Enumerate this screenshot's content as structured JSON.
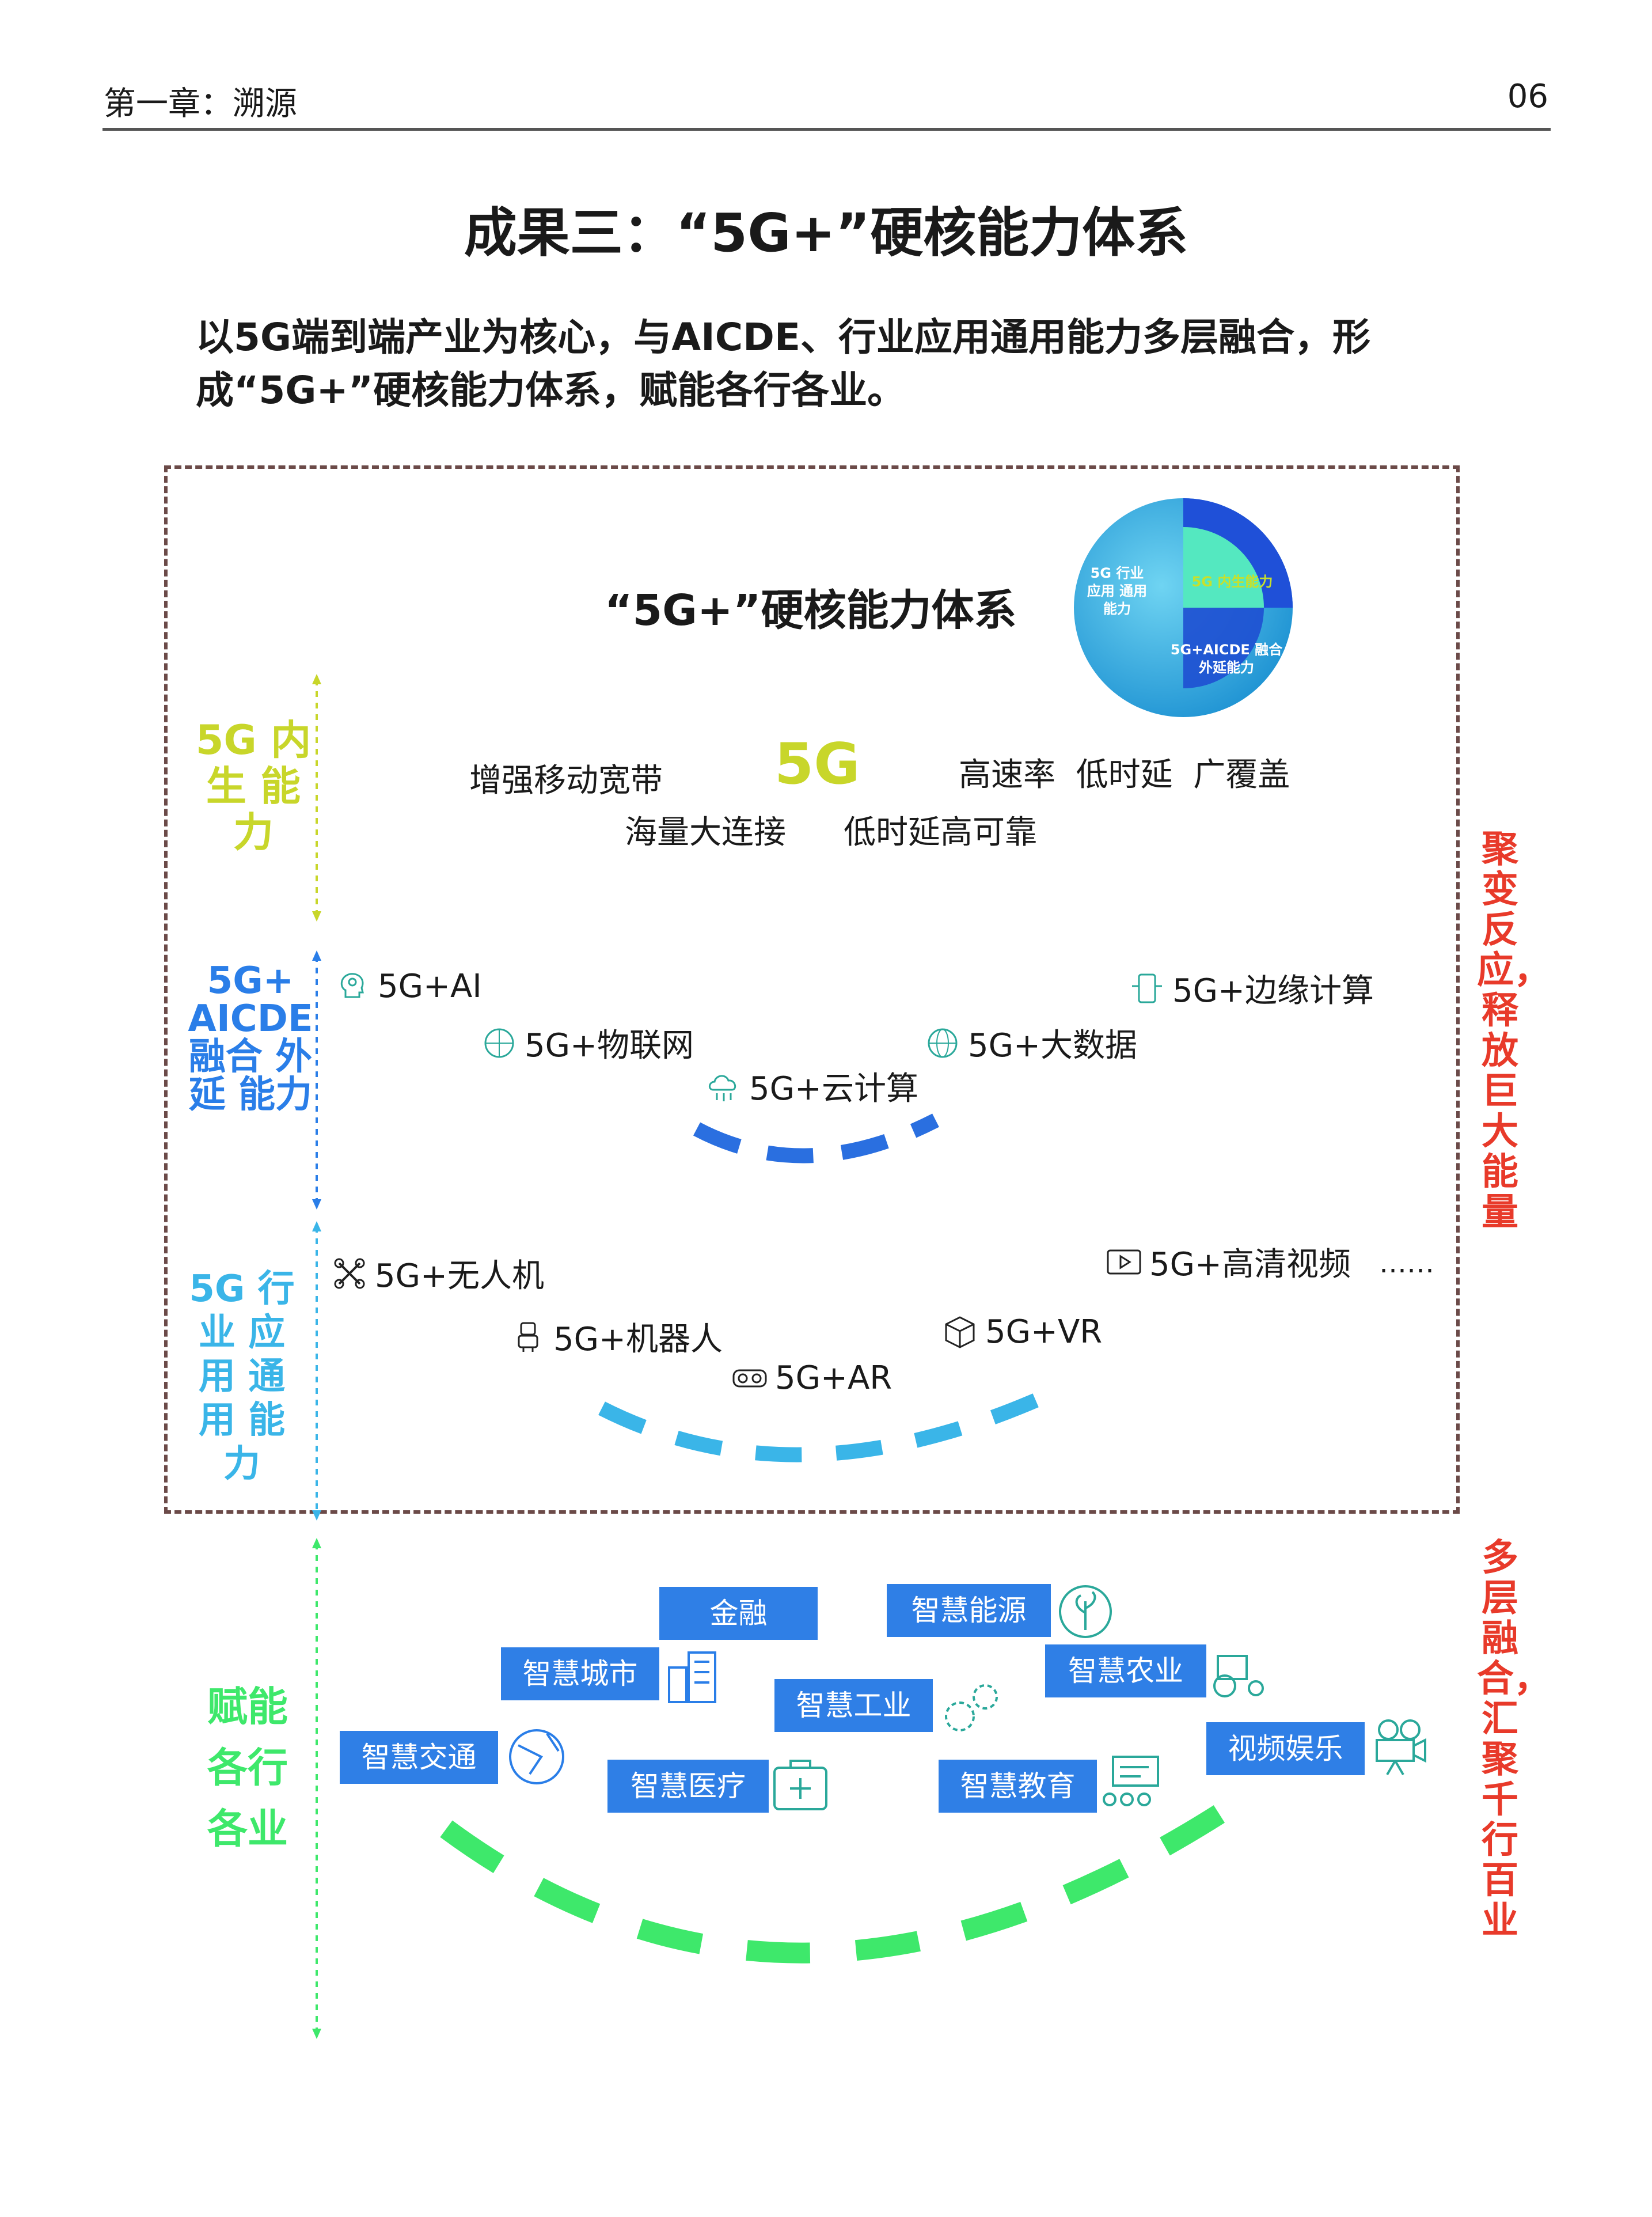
{
  "header": {
    "chapter": "第一章：溯源",
    "page": "06"
  },
  "title": "成果三：“5G+”硬核能力体系",
  "intro": "以5G端到端产业为核心，与AICDE、行业应用通用能力多层融合，形成“5G+”硬核能力体系，赋能各行各业。",
  "system_title": "“5G+”硬核能力体系",
  "sphere": {
    "outer": "5G 行业 应用 通用 能力",
    "core": "5G 内生能力",
    "mid": "5G+AICDE 融合外延能力"
  },
  "layers": {
    "core_label": "5G 内生 能力",
    "aicde_label": "5G+ AICDE 融合 外延 能力",
    "industry_label": "5G 行业 应用 通用 能力",
    "empower_label": "赋能 各行 各业"
  },
  "core": {
    "center": "5G",
    "embb": "增强移动宽带",
    "features": "高速率  低时延  广覆盖",
    "mmtc": "海量大连接",
    "urllc": "低时延高可靠"
  },
  "aicde_items": {
    "ai": "5G+AI",
    "iot": "5G+物联网",
    "cloud": "5G+云计算",
    "bigdata": "5G+大数据",
    "edge": "5G+边缘计算"
  },
  "industry_items": {
    "drone": "5G+无人机",
    "robot": "5G+机器人",
    "ar": "5G+AR",
    "vr": "5G+VR",
    "video": "5G+高清视频",
    "more": "……"
  },
  "sectors": {
    "finance": "金融",
    "energy": "智慧能源",
    "city": "智慧城市",
    "agriculture": "智慧农业",
    "industry": "智慧工业",
    "transport": "智慧交通",
    "entertainment": "视频娱乐",
    "medical": "智慧医疗",
    "education": "智慧教育"
  },
  "right_labels": {
    "fusion": "聚变反应，释放巨大能量",
    "converge": "多层融合，汇聚千行百业"
  },
  "colors": {
    "core": "#c8d62a",
    "aicde": "#2a7ee8",
    "industry": "#3ab5e8",
    "empower": "#3ee86b",
    "red": "#e83a2a",
    "box": "#2f7fe6"
  }
}
